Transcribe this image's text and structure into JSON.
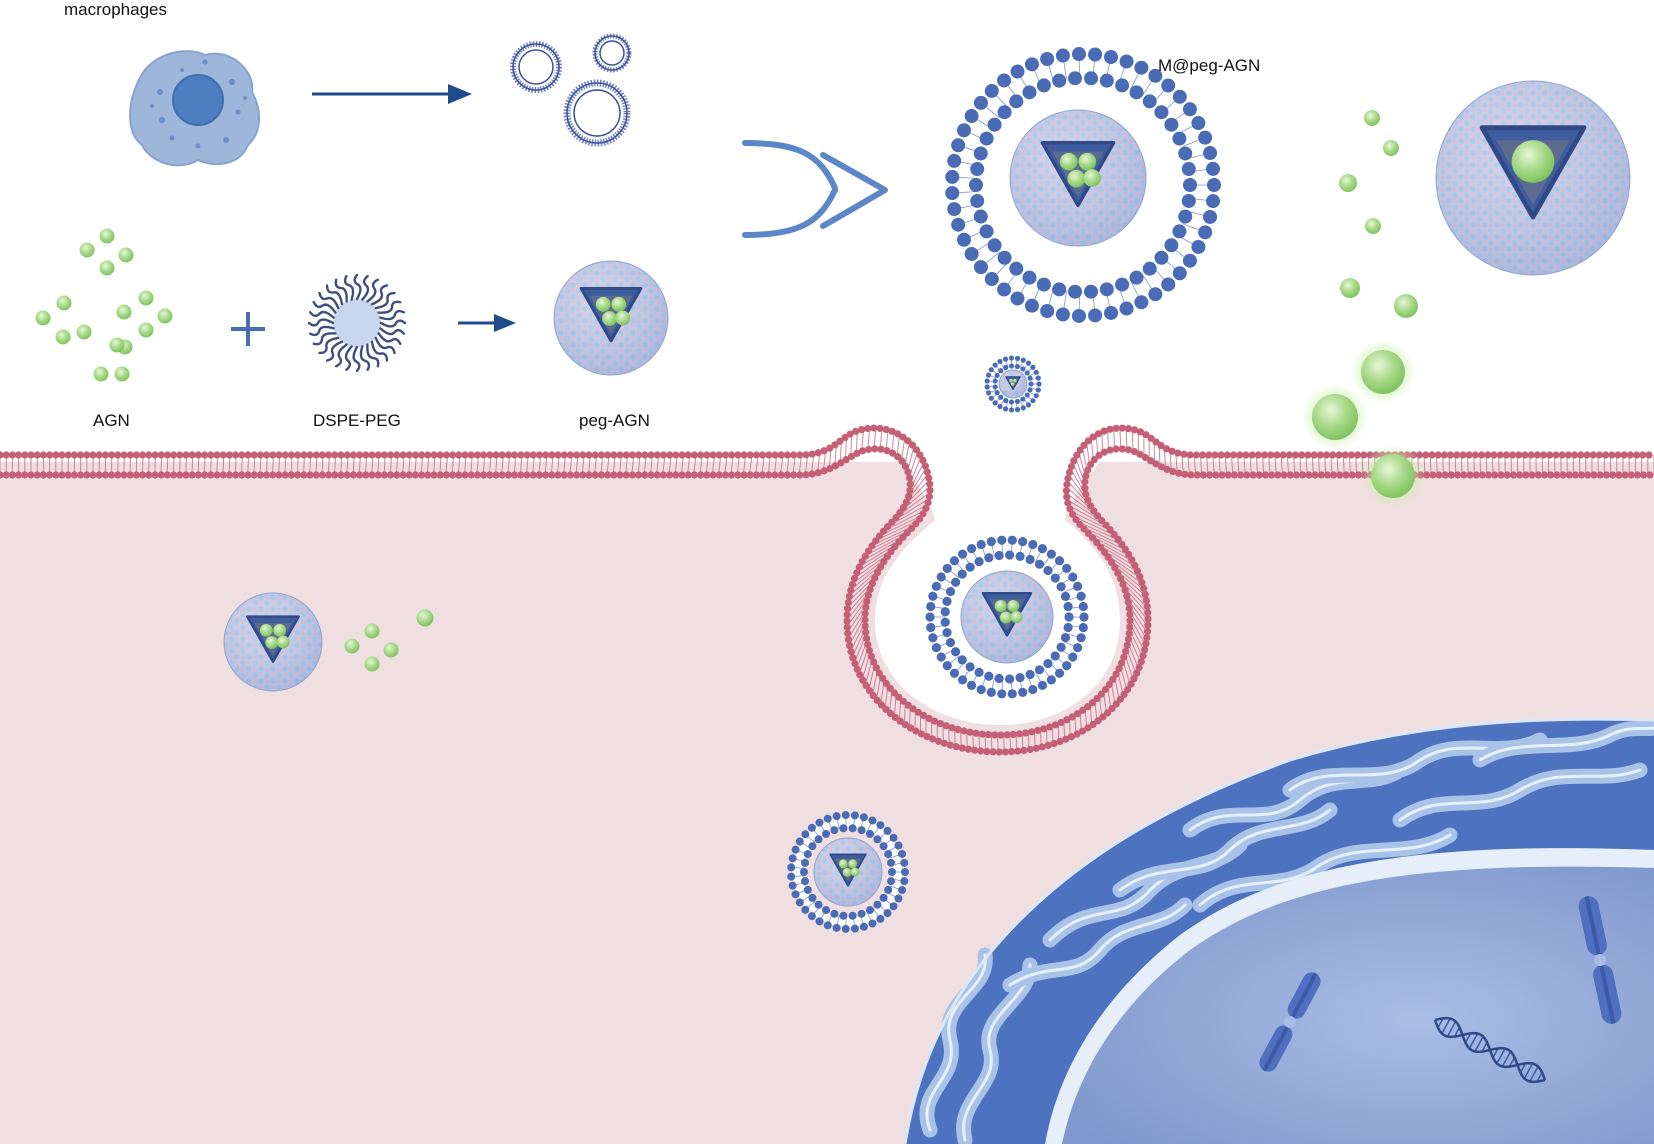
{
  "labels": {
    "macrophages": "macrophages",
    "agn": "AGN",
    "dspe_peg": "DSPE-PEG",
    "peg_agn": "peg-AGN",
    "m_peg_agn": "M@peg-AGN"
  },
  "colors": {
    "background_top": "#ffffff",
    "cytoplasm": "#f0dfe0",
    "cell_membrane": "#c45f75",
    "vesicle_membrane": "#4a6bb5",
    "drug_green": "#9fd67a",
    "macrophage": "#9db6da",
    "nucleus": "#8fa6d4",
    "arrow": "#1f4a8c",
    "merge_arrow": "#5b86c7"
  }
}
